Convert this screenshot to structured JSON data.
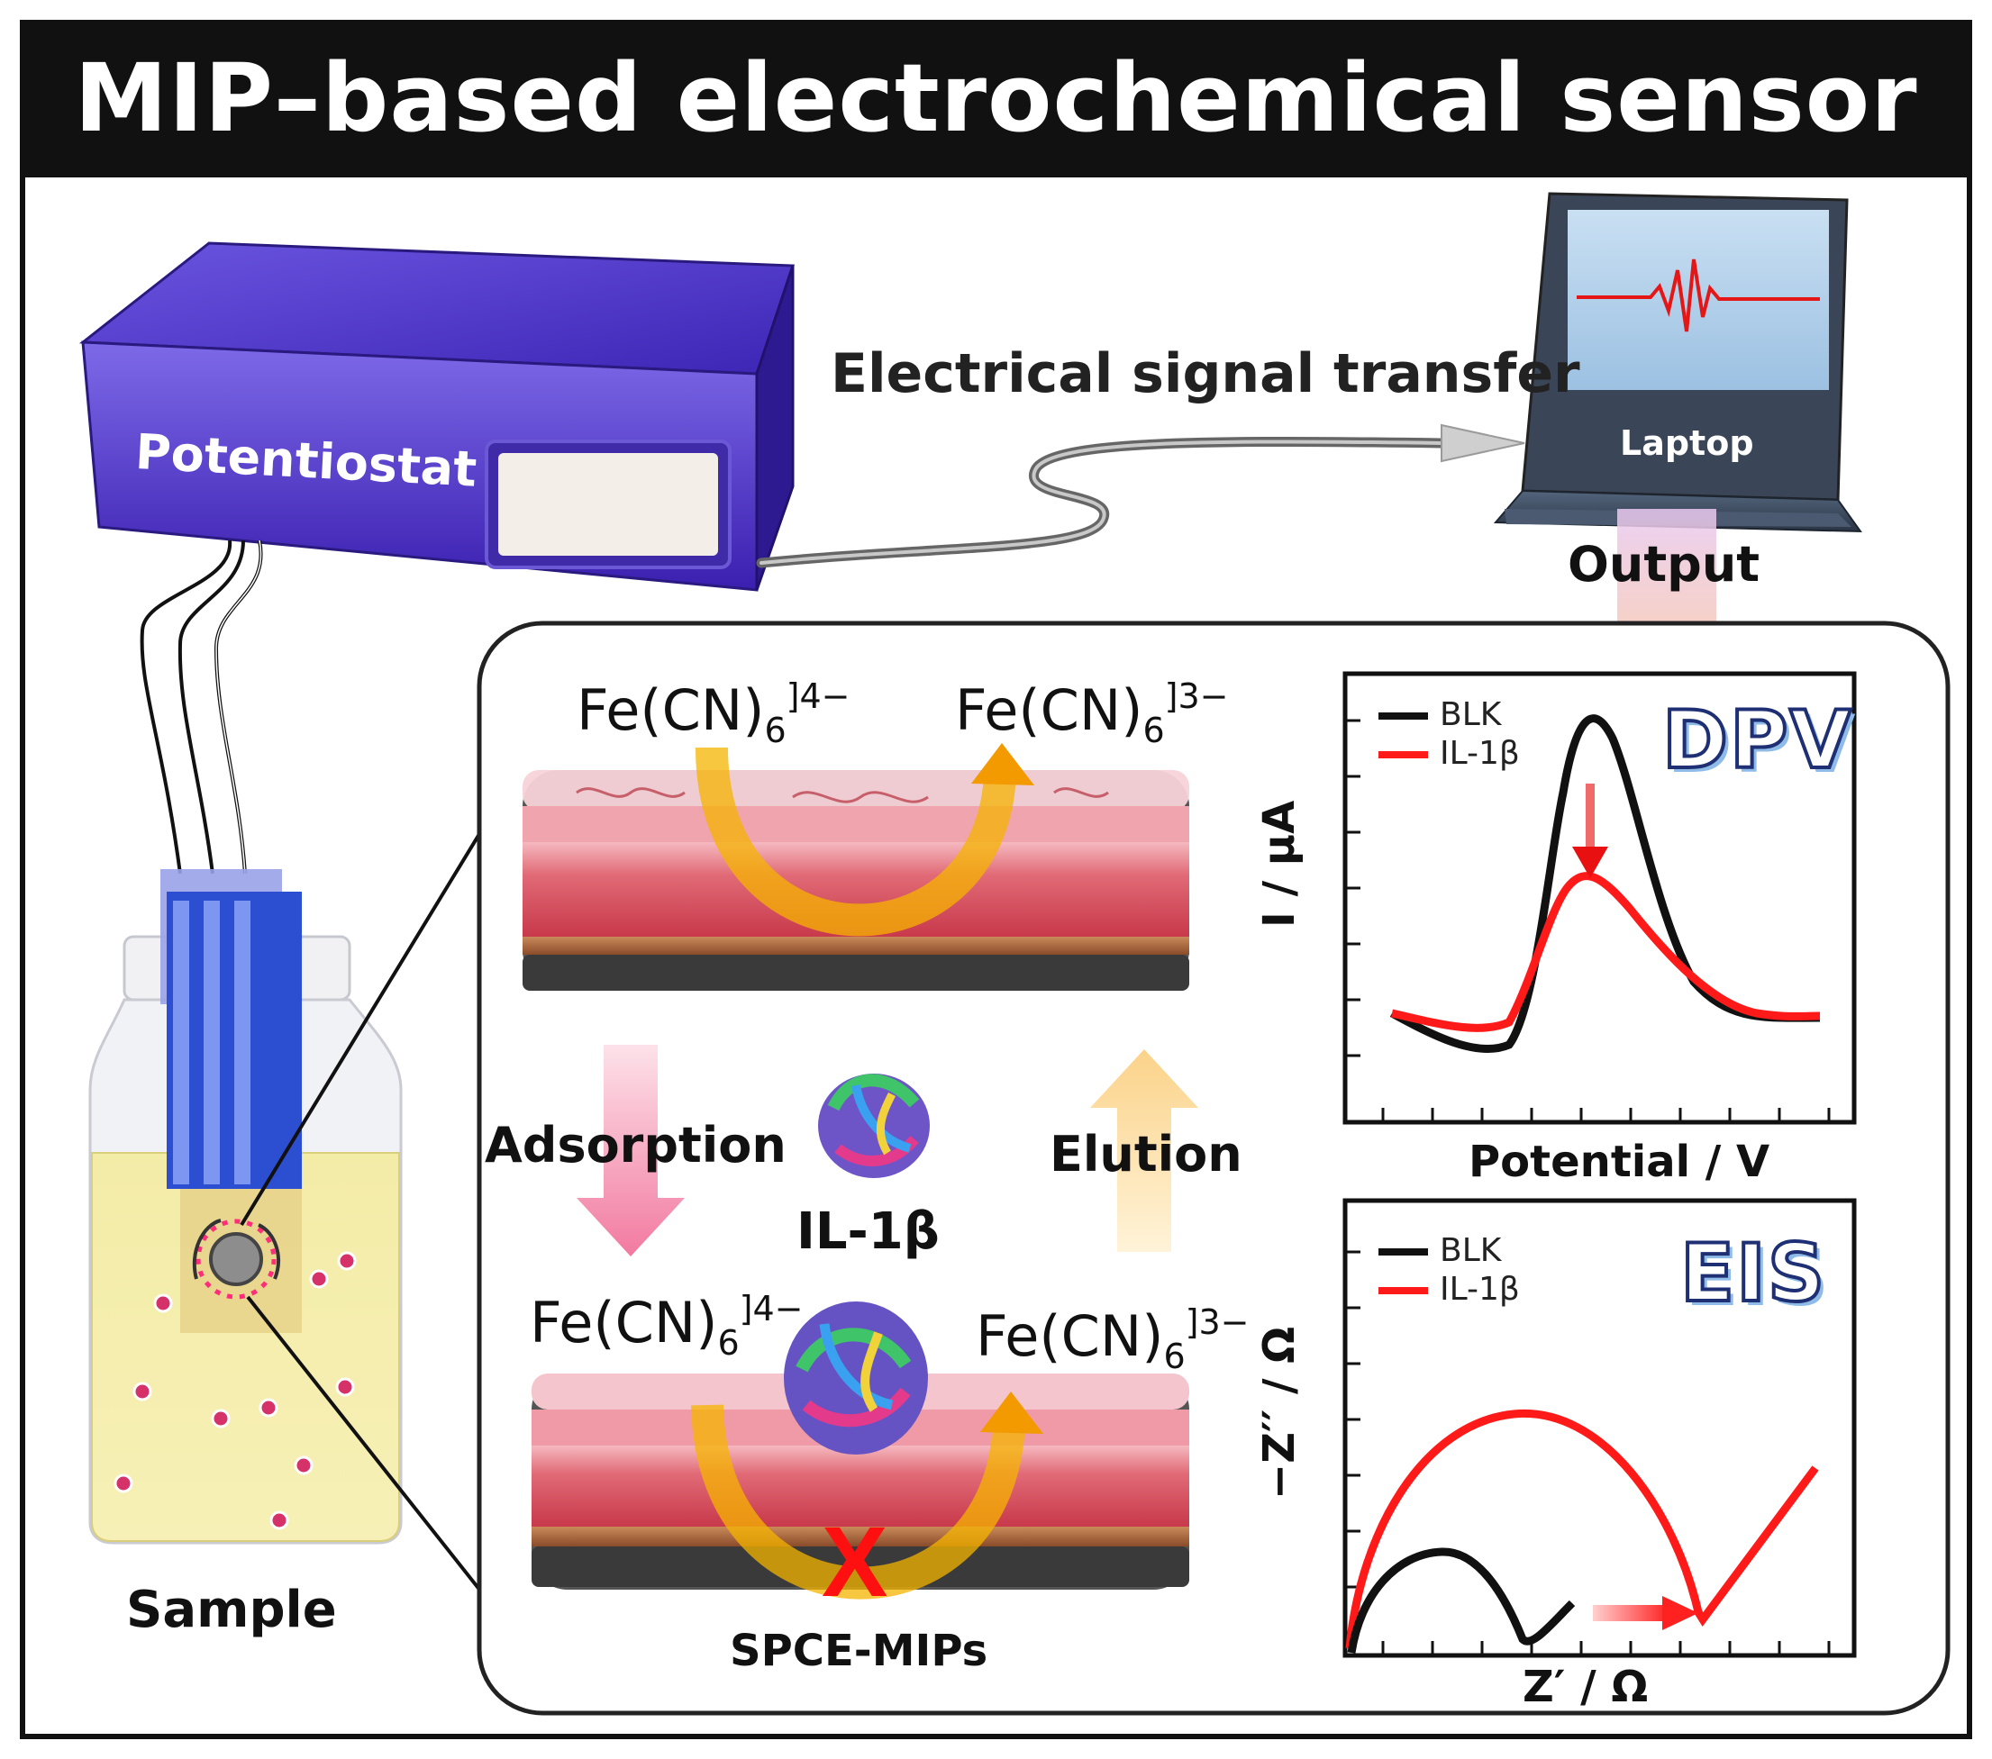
{
  "title": "MIP–based electrochemical sensor",
  "potentiostat_label": "Potentiostat",
  "signal_label": "Electrical signal transfer",
  "laptop_label": "Laptop",
  "output_label": "Output",
  "sample_label": "Sample",
  "electrode_top": {
    "left_ion": {
      "base": "Fe(CN)",
      "sub": "6",
      "sup": "]4−"
    },
    "right_ion": {
      "base": "Fe(CN)",
      "sub": "6",
      "sup": "]3−"
    }
  },
  "electrode_bottom": {
    "left_ion": {
      "base": "Fe(CN)",
      "sub": "6",
      "sup": "]4−"
    },
    "right_ion": {
      "base": "Fe(CN)",
      "sub": "6",
      "sup": "]3−"
    },
    "block_mark": "X"
  },
  "adsorption_label": "Adsorption",
  "elution_label": "Elution",
  "protein_label": "IL-1β",
  "electrode_name": "SPCE-MIPs",
  "dpv_plot": {
    "tag": "DPV",
    "ylabel": "I / μA",
    "xlabel": "Potential / V",
    "legend": [
      "BLK",
      "IL-1β"
    ]
  },
  "eis_plot": {
    "tag": "EIS",
    "ylabel": "−Z′′ / Ω",
    "xlabel": "Z′ / Ω",
    "legend": [
      "BLK",
      "IL-1β"
    ]
  },
  "colors": {
    "potentiostat": "#4a2fc0",
    "blk_series": "#111111",
    "il1b_series": "#ff1a1a",
    "arrow_orange": "#f6b400",
    "electrode_red": "#d9475a"
  }
}
